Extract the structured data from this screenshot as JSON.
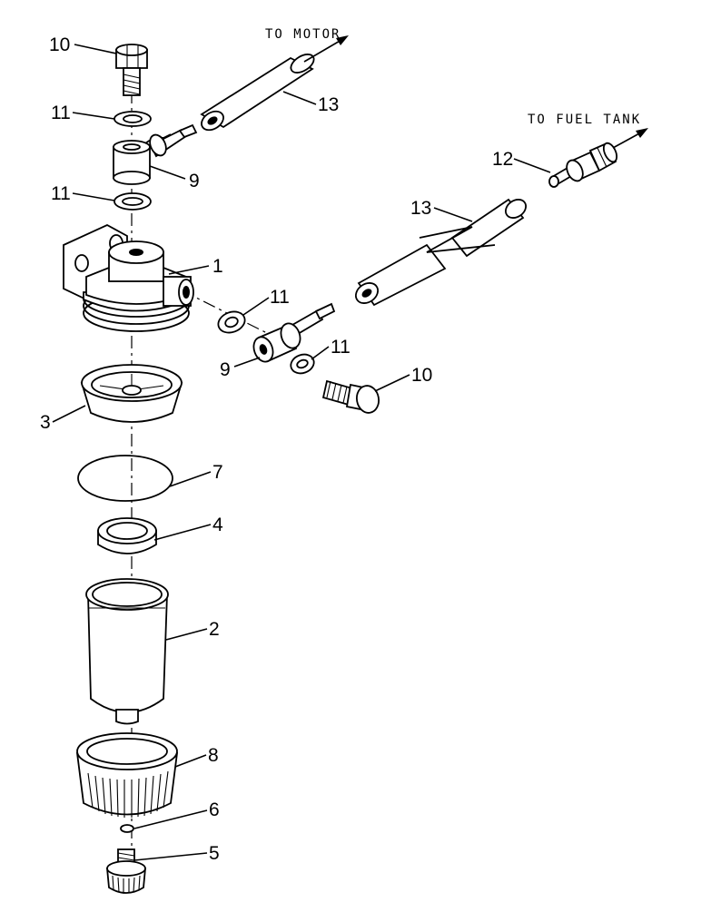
{
  "directions": {
    "to_motor": "TO MOTOR",
    "to_fuel_tank": "TO FUEL TANK"
  },
  "callouts": {
    "c10_top": "10",
    "c11_top": "11",
    "c13_top": "13",
    "c9_top": "9",
    "c11_mid": "11",
    "c1": "1",
    "c12": "12",
    "c13_right": "13",
    "c11_right_a": "11",
    "c9_right": "9",
    "c11_right_b": "11",
    "c10_right": "10",
    "c3": "3",
    "c7": "7",
    "c4": "4",
    "c2": "2",
    "c8": "8",
    "c6": "6",
    "c5": "5"
  }
}
